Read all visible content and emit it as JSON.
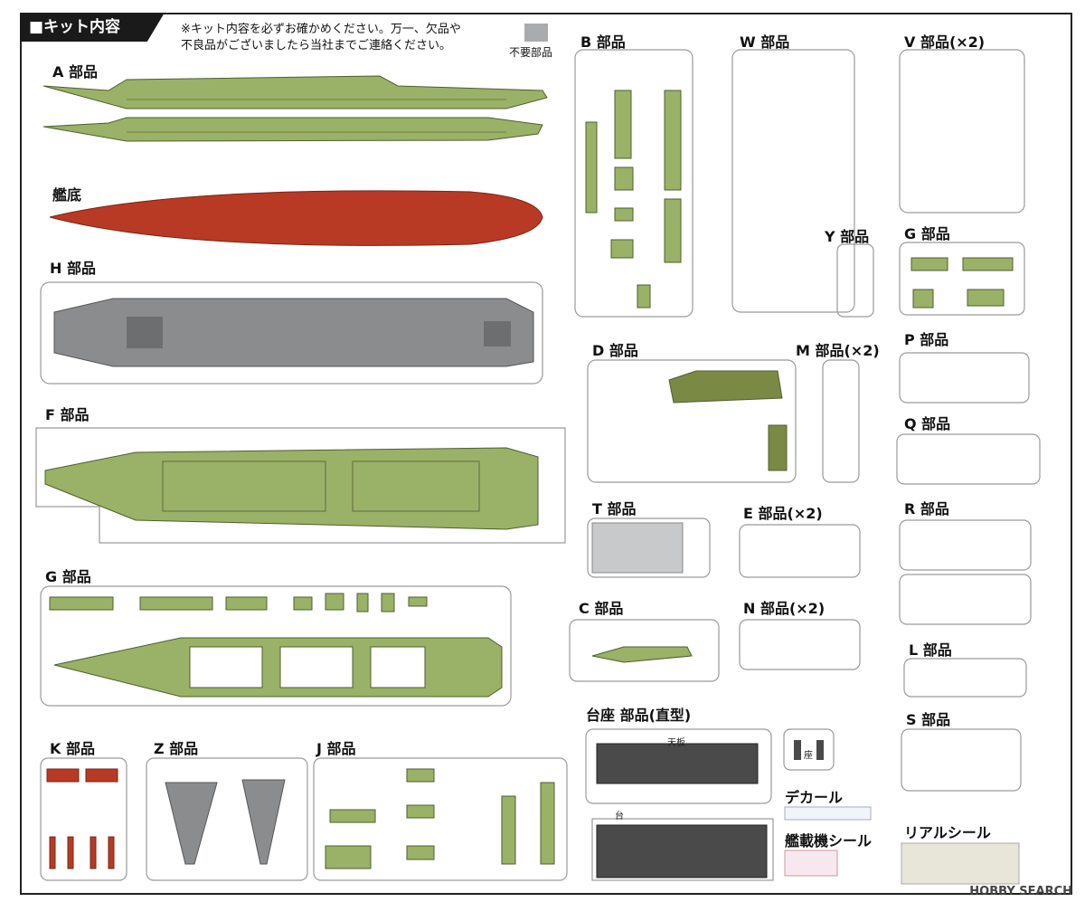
{
  "header": {
    "title": "キット内容",
    "note_line1": "※キット内容を必ずお確かめください。万一、欠品や",
    "note_line2": "不良品がございましたら当社までご連絡ください。",
    "unused_label": "不要部品"
  },
  "parts": {
    "A": "A 部品",
    "hull_bottom": "艦底",
    "H": "H 部品",
    "F": "F 部品",
    "G_large": "G 部品",
    "K": "K 部品",
    "Z": "Z 部品",
    "J": "J 部品",
    "B": "B 部品",
    "W": "W 部品",
    "V": "V 部品(×2)",
    "Y": "Y 部品",
    "G_small": "G 部品",
    "D": "D 部品",
    "M": "M 部品(×2)",
    "P": "P 部品",
    "Q": "Q 部品",
    "T": "T 部品",
    "E": "E 部品(×2)",
    "R": "R 部品",
    "C": "C 部品",
    "N": "N 部品(×2)",
    "L": "L 部品",
    "stand": "台座 部品(直型)",
    "S": "S 部品"
  },
  "stand_labels": {
    "top_plate": "天板",
    "seat": "座",
    "base": "台"
  },
  "decals": {
    "decal": "デカール",
    "aircraft_seal": "艦載機シール",
    "real_seal": "リアルシール"
  },
  "watermark": "HOBBY SEARCH",
  "colors": {
    "plastic_green": "#9ab168",
    "plastic_dark": "#5d6b3a",
    "hull_red": "#b83a24",
    "deck_gray": "#8a8c8e",
    "aircraft_orange": "#d88a2c",
    "unused_gray": "#a9abad"
  }
}
